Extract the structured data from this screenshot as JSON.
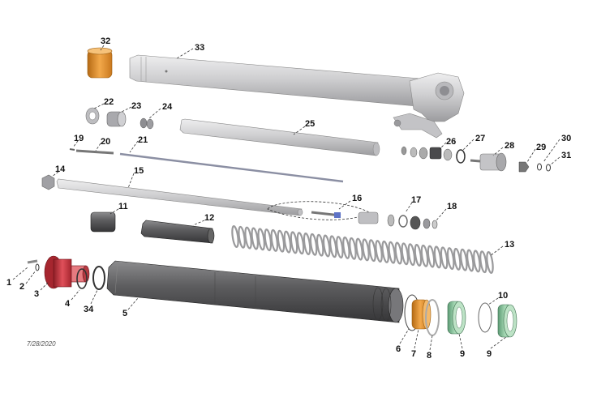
{
  "diagram": {
    "date_stamp": "7/28/2020",
    "colors": {
      "tube_light": "#c9c9cb",
      "tube_dark": "#5a5a5c",
      "bushing_orange": "#e0902a",
      "seal_green": "#86c29a",
      "cap_red": "#c8323c",
      "spring": "#9a9a9c",
      "hardware": "#7a7a7e"
    },
    "parts": [
      {
        "label": "1"
      },
      {
        "label": "2"
      },
      {
        "label": "3"
      },
      {
        "label": "4"
      },
      {
        "label": "5"
      },
      {
        "label": "6"
      },
      {
        "label": "7"
      },
      {
        "label": "8"
      },
      {
        "label": "9"
      },
      {
        "label": "9"
      },
      {
        "label": "10"
      },
      {
        "label": "11"
      },
      {
        "label": "12"
      },
      {
        "label": "13"
      },
      {
        "label": "14"
      },
      {
        "label": "15"
      },
      {
        "label": "16"
      },
      {
        "label": "17"
      },
      {
        "label": "18"
      },
      {
        "label": "19"
      },
      {
        "label": "20"
      },
      {
        "label": "21"
      },
      {
        "label": "22"
      },
      {
        "label": "23"
      },
      {
        "label": "24"
      },
      {
        "label": "25"
      },
      {
        "label": "26"
      },
      {
        "label": "27"
      },
      {
        "label": "28"
      },
      {
        "label": "29"
      },
      {
        "label": "30"
      },
      {
        "label": "31"
      },
      {
        "label": "32"
      },
      {
        "label": "33"
      },
      {
        "label": "34"
      }
    ]
  }
}
